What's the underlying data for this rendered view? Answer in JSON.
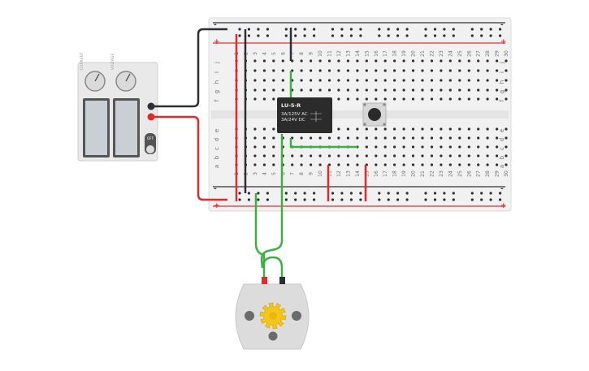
{
  "breadboard": {
    "columns": [
      "1",
      "2",
      "3",
      "4",
      "5",
      "6",
      "7",
      "8",
      "9",
      "10",
      "11",
      "12",
      "13",
      "14",
      "15",
      "16",
      "17",
      "18",
      "19",
      "20",
      "21",
      "22",
      "23",
      "24",
      "25",
      "26",
      "27",
      "28",
      "29",
      "30"
    ],
    "rows_top": [
      "j",
      "i",
      "h",
      "g",
      "f"
    ],
    "rows_bottom": [
      "e",
      "d",
      "c",
      "b",
      "a"
    ],
    "rail_minus": "-",
    "rail_plus": "+"
  },
  "relay": {
    "title": "LU-5-R",
    "line1": "3A/125V AC",
    "line2": "3A/24V DC",
    "color": "#2b2b2b"
  },
  "power_supply": {
    "switch_label": "OFF",
    "knob_label_1": "CURRENT",
    "knob_label_2": "VOLTAGE"
  },
  "colors": {
    "wire_red": "#e02b2b",
    "wire_black": "#2e2e35",
    "wire_green": "#3cb043",
    "board": "#f1f1f1",
    "motor_body": "#dcdcdc",
    "gear": "#f5c518"
  }
}
